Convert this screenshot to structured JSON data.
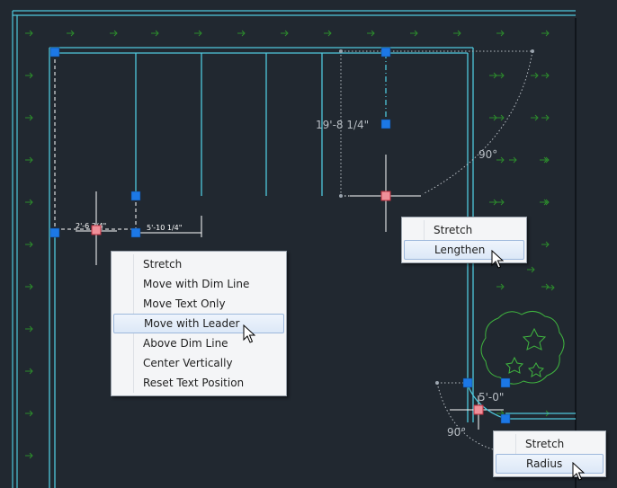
{
  "dimensions": {
    "left_text": "2'-6 3/4\"",
    "bottom_text": "5'-10 1/4\"",
    "vertical_text": "19'-8 1/4\"",
    "angle_top": "90°",
    "radius_text": "5'-0\"",
    "angle_bottom": "90°"
  },
  "menus": {
    "left": {
      "items": [
        "Stretch",
        "Move with Dim Line",
        "Move Text Only",
        "Move with Leader",
        "Above Dim Line",
        "Center Vertically",
        "Reset Text Position"
      ],
      "highlighted": "Move with Leader"
    },
    "middle": {
      "items": [
        "Stretch",
        "Lengthen"
      ],
      "highlighted": "Lengthen"
    },
    "bottom_right": {
      "items": [
        "Stretch",
        "Radius"
      ],
      "highlighted": "Radius"
    }
  },
  "colors": {
    "background": "#212830",
    "wall": "#4fc8dc",
    "dimension": "#ffffff",
    "dim_text": "#b8bec4",
    "hatch_arrow": "#2c8c2c",
    "grip": "#1c78e6",
    "hot_grip": "#f07080",
    "tree": "#3fb43f",
    "menu_bg": "#f4f5f7",
    "menu_highlight": "#dce8f7"
  },
  "icons": [
    "hatch-arrow-icon",
    "grip-icon",
    "hot-grip-icon",
    "tree-symbol-icon",
    "mouse-pointer-icon"
  ]
}
